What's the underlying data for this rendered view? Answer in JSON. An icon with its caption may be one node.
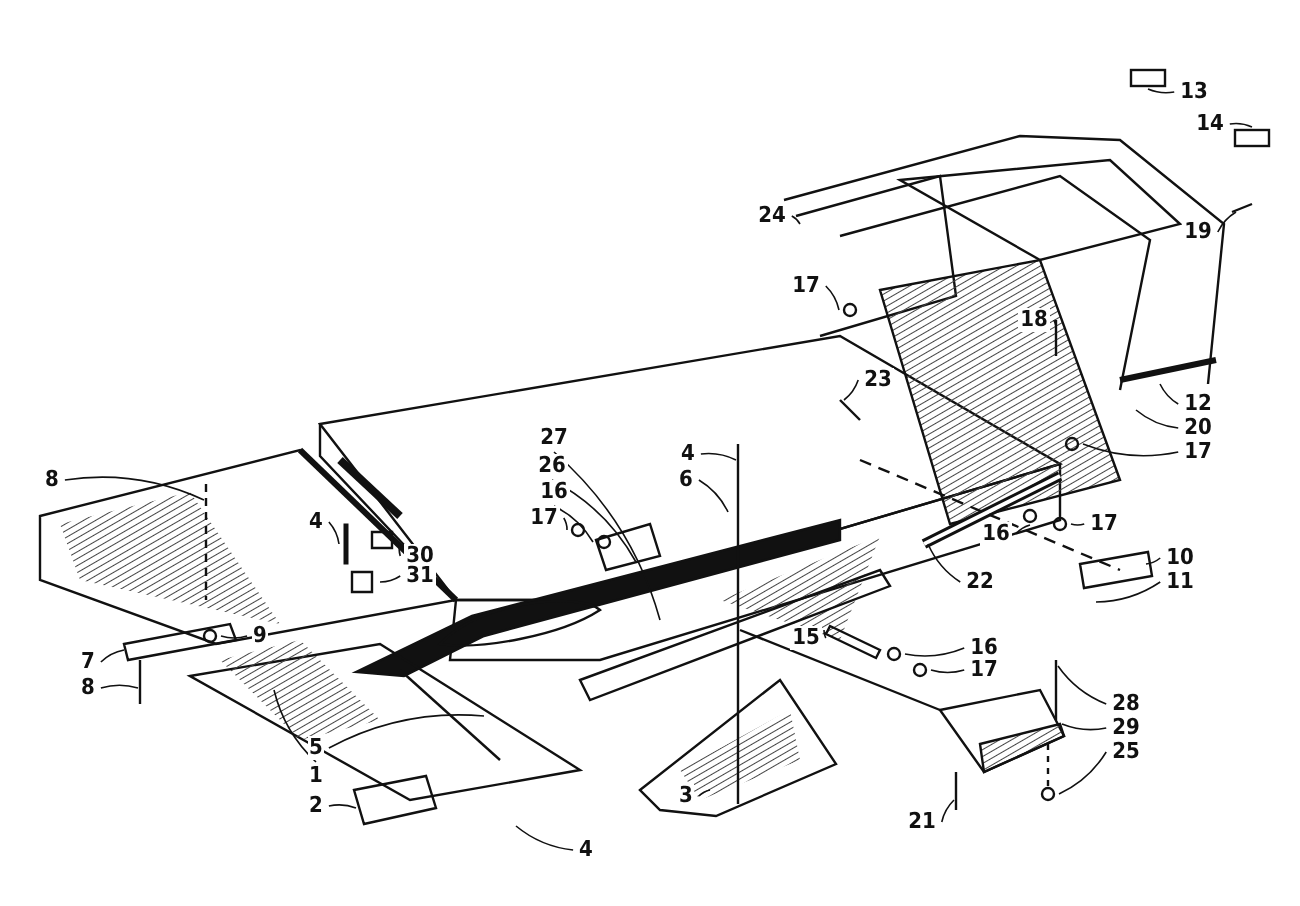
{
  "diagram": {
    "nodes": [
      {
        "text": [
          "13"
        ]
      },
      {
        "text": [
          "14"
        ]
      },
      {
        "text": [
          "24"
        ]
      },
      {
        "text": [
          "19"
        ]
      },
      {
        "text": [
          "17"
        ]
      },
      {
        "text": [
          "18"
        ]
      },
      {
        "text": [
          "23"
        ]
      },
      {
        "text": [
          "12"
        ]
      },
      {
        "text": [
          "20"
        ]
      },
      {
        "text": [
          "27"
        ]
      },
      {
        "text": [
          "17"
        ]
      },
      {
        "text": [
          "4"
        ]
      },
      {
        "text": [
          "26"
        ]
      },
      {
        "text": [
          "8"
        ]
      },
      {
        "text": [
          "6"
        ]
      },
      {
        "text": [
          "16"
        ]
      },
      {
        "text": [
          "17"
        ]
      },
      {
        "text": [
          "4"
        ]
      },
      {
        "text": [
          "17"
        ]
      },
      {
        "text": [
          "16"
        ]
      },
      {
        "text": [
          "30"
        ]
      },
      {
        "text": [
          "10"
        ]
      },
      {
        "text": [
          "31"
        ]
      },
      {
        "text": [
          "22"
        ]
      },
      {
        "text": [
          "11"
        ]
      },
      {
        "text": [
          "9"
        ]
      },
      {
        "text": [
          "15"
        ]
      },
      {
        "text": [
          "16"
        ]
      },
      {
        "text": [
          "7"
        ]
      },
      {
        "text": [
          "17"
        ]
      },
      {
        "text": [
          "8"
        ]
      },
      {
        "text": [
          "28"
        ]
      },
      {
        "text": [
          "29"
        ]
      },
      {
        "text": [
          "5"
        ]
      },
      {
        "text": [
          "25"
        ]
      },
      {
        "text": [
          "1"
        ]
      },
      {
        "text": [
          "3"
        ]
      },
      {
        "text": [
          "2"
        ]
      },
      {
        "text": [
          "21"
        ]
      },
      {
        "text": [
          "4"
        ]
      },
      {
        "text": [],
        "shape": "box"
      },
      {
        "text": [],
        "shape": "box"
      },
      {
        "text": [],
        "shape": "circle"
      },
      {
        "text": [],
        "shape": "circle"
      },
      {
        "text": [],
        "shape": "circle"
      },
      {
        "text": [],
        "shape": "circle"
      },
      {
        "text": [],
        "shape": "bar"
      },
      {
        "text": [],
        "shape": "circle"
      },
      {
        "text": [],
        "shape": "circle"
      },
      {
        "text": [],
        "shape": "circle"
      },
      {
        "text": [],
        "shape": "circle"
      },
      {
        "text": [],
        "shape": "circle"
      },
      {
        "text": [],
        "shape": "circle"
      }
    ],
    "edges": [
      {
        "from": 0,
        "to": 40,
        "arrow": "none"
      },
      {
        "from": 1,
        "to": 41,
        "arrow": "none"
      },
      {
        "from": 2,
        "to": null,
        "arrow": "none"
      },
      {
        "from": 3,
        "to": null,
        "arrow": "none"
      },
      {
        "from": 4,
        "to": 42,
        "arrow": "none"
      },
      {
        "from": 5,
        "to": null,
        "arrow": "none"
      },
      {
        "from": 6,
        "to": null,
        "arrow": "none"
      },
      {
        "from": 7,
        "to": null,
        "arrow": "none"
      },
      {
        "from": 8,
        "to": null,
        "arrow": "none"
      },
      {
        "from": 9,
        "to": null,
        "arrow": "none"
      },
      {
        "from": 10,
        "to": 43,
        "arrow": "none"
      },
      {
        "from": 11,
        "to": null,
        "arrow": "none"
      },
      {
        "from": 12,
        "to": null,
        "arrow": "none"
      },
      {
        "from": 13,
        "to": null,
        "arrow": "none"
      },
      {
        "from": 14,
        "to": null,
        "arrow": "none"
      },
      {
        "from": 15,
        "to": 44,
        "arrow": "none"
      },
      {
        "from": 16,
        "to": 45,
        "arrow": "none"
      },
      {
        "from": 17,
        "to": 46,
        "arrow": "none"
      },
      {
        "from": 18,
        "to": 47,
        "arrow": "none"
      },
      {
        "from": 19,
        "to": 48,
        "arrow": "none"
      },
      {
        "from": 20,
        "to": null,
        "arrow": "none"
      },
      {
        "from": 21,
        "to": null,
        "arrow": "none"
      },
      {
        "from": 22,
        "to": null,
        "arrow": "none"
      },
      {
        "from": 23,
        "to": null,
        "arrow": "none"
      },
      {
        "from": 24,
        "to": null,
        "arrow": "none"
      },
      {
        "from": 25,
        "to": 49,
        "arrow": "none"
      },
      {
        "from": 26,
        "to": null,
        "arrow": "none"
      },
      {
        "from": 27,
        "to": 50,
        "arrow": "none"
      },
      {
        "from": 28,
        "to": null,
        "arrow": "none"
      },
      {
        "from": 29,
        "to": 51,
        "arrow": "none"
      },
      {
        "from": 30,
        "to": null,
        "arrow": "none"
      },
      {
        "from": 31,
        "to": null,
        "arrow": "none"
      },
      {
        "from": 32,
        "to": null,
        "arrow": "none"
      },
      {
        "from": 33,
        "to": null,
        "arrow": "none"
      },
      {
        "from": 34,
        "to": 52,
        "arrow": "none"
      },
      {
        "from": 35,
        "to": null,
        "arrow": "none"
      },
      {
        "from": 36,
        "to": null,
        "arrow": "none"
      },
      {
        "from": 37,
        "to": null,
        "arrow": "none"
      },
      {
        "from": 38,
        "to": null,
        "arrow": "none"
      },
      {
        "from": 39,
        "to": null,
        "arrow": "none"
      }
    ]
  }
}
